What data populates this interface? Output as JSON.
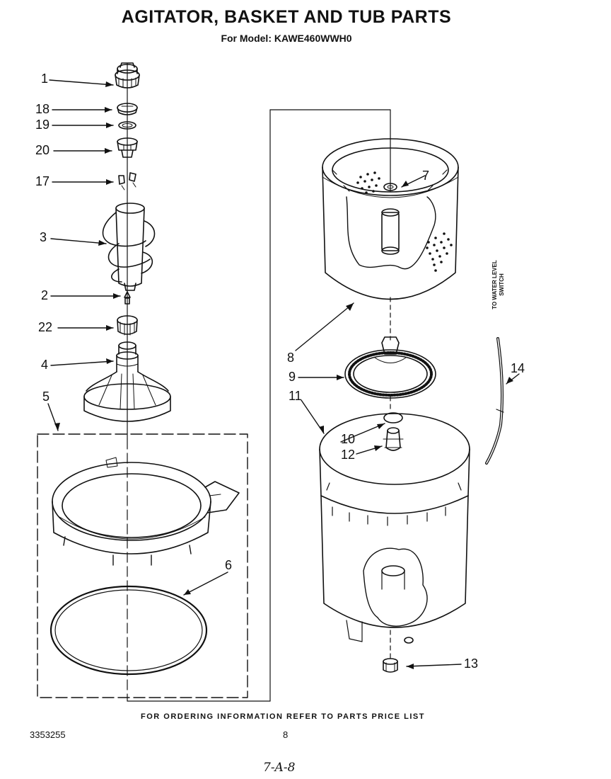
{
  "title": "AGITATOR, BASKET AND TUB PARTS",
  "subtitle": "For Model: KAWE460WWH0",
  "callouts": {
    "c1": "1",
    "c18": "18",
    "c19": "19",
    "c20": "20",
    "c17": "17",
    "c3": "3",
    "c2": "2",
    "c22": "22",
    "c4": "4",
    "c5": "5",
    "c6": "6",
    "c7": "7",
    "c8": "8",
    "c9": "9",
    "c11": "11",
    "c10": "10",
    "c12": "12",
    "c13": "13",
    "c14": "14"
  },
  "water_level_note": [
    "TO WATER LEVEL",
    "SWITCH"
  ],
  "footer": "FOR ORDERING INFORMATION REFER TO PARTS PRICE LIST",
  "doc_number": "3353255",
  "page_number": "8",
  "handwritten": "7-A-8",
  "ink_color": "#111111"
}
